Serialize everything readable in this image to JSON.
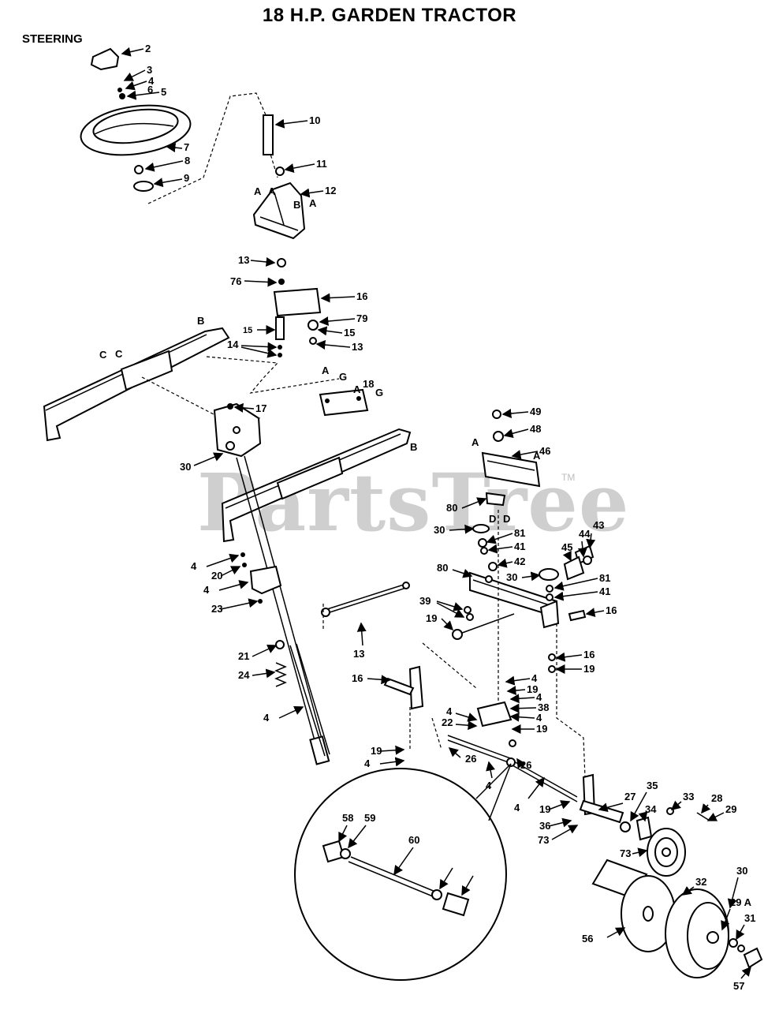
{
  "title": "18 H.P. GARDEN TRACTOR",
  "section": "STEERING",
  "watermark": "PartsTree",
  "trademark": "TM",
  "callouts": [
    "2",
    "3",
    "4",
    "5",
    "6",
    "7",
    "8",
    "9",
    "10",
    "11",
    "12",
    "13",
    "76",
    "16",
    "79",
    "15",
    "15",
    "13",
    "14",
    "17",
    "18",
    "30",
    "49",
    "48",
    "46",
    "80",
    "30",
    "81",
    "41",
    "42",
    "43",
    "44",
    "45",
    "80",
    "30",
    "81",
    "41",
    "16",
    "39",
    "19",
    "4",
    "20",
    "4",
    "23",
    "13",
    "21",
    "24",
    "16",
    "16",
    "19",
    "4",
    "19",
    "4",
    "38",
    "4",
    "19",
    "4",
    "22",
    "4",
    "19",
    "4",
    "26",
    "26",
    "4",
    "4",
    "19",
    "36",
    "73",
    "27",
    "35",
    "34",
    "33",
    "28",
    "29",
    "73",
    "32",
    "30",
    "29 A",
    "31",
    "56",
    "57",
    "58",
    "59",
    "60"
  ],
  "ref_letters": [
    "A",
    "A",
    "B",
    "A",
    "B",
    "C",
    "C",
    "A",
    "G",
    "A",
    "G",
    "B",
    "A",
    "A",
    "D",
    "D"
  ]
}
